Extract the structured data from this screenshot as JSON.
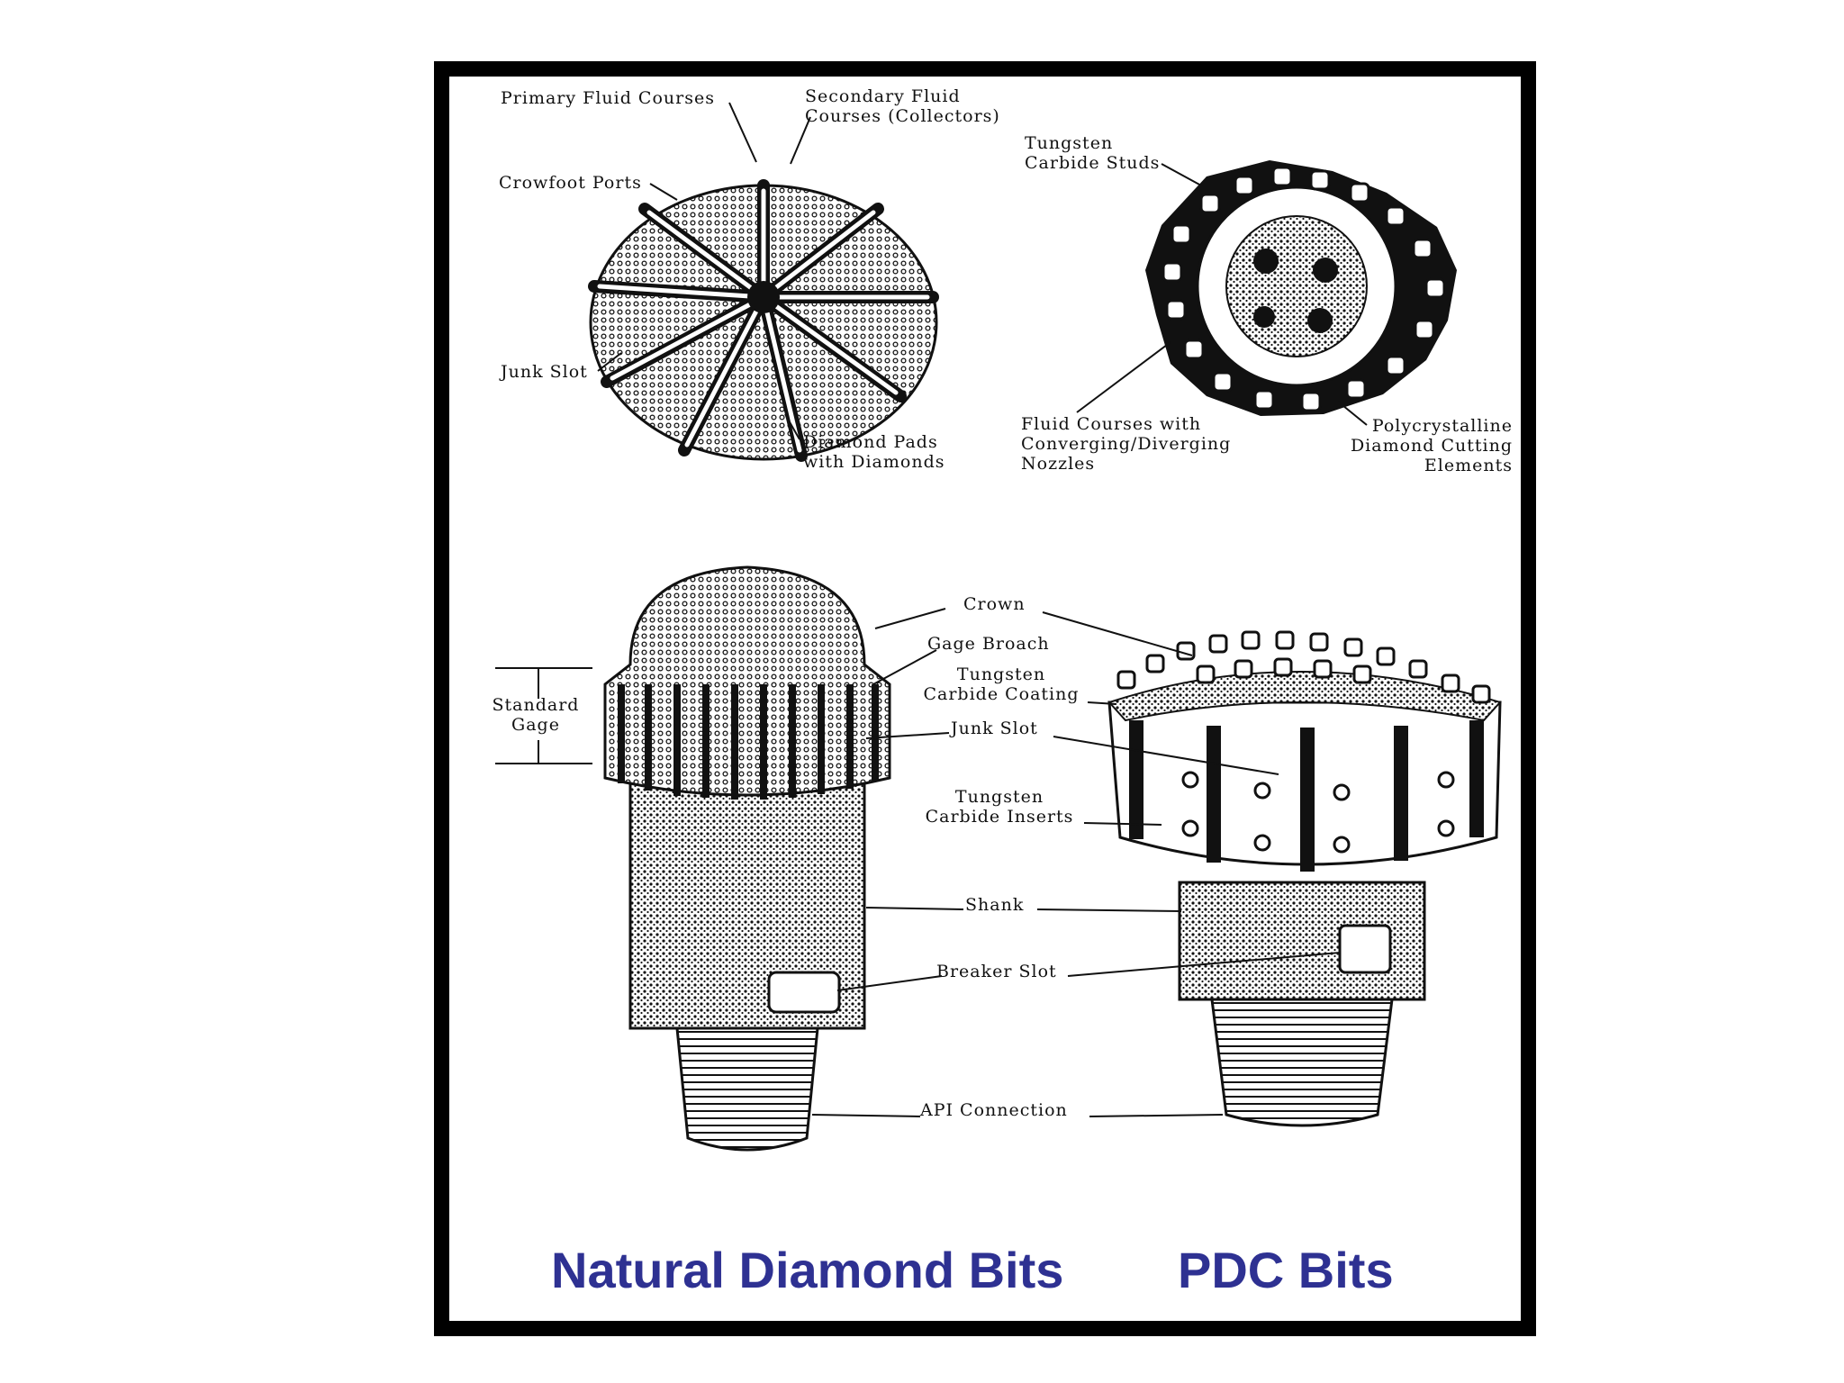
{
  "colors": {
    "caption": "#2e3192",
    "frame": "#000000",
    "ink": "#111111"
  },
  "natural_face": {
    "primary_fluid": "Primary Fluid Courses",
    "secondary_fluid": "Secondary Fluid\nCourses (Collectors)",
    "crowfoot": "Crowfoot Ports",
    "junk_slot": "Junk Slot",
    "diamond_pads": "Diamond Pads\nwith Diamonds"
  },
  "pdc_face": {
    "studs": "Tungsten\nCarbide Studs",
    "fluid_courses": "Fluid Courses with\nConverging/Diverging\nNozzles",
    "pdc_elements": "Polycrystalline\nDiamond Cutting\nElements"
  },
  "side": {
    "standard_gage": "Standard\nGage",
    "crown": "Crown",
    "gage_broach": "Gage Broach",
    "carbide_coating": "Tungsten\nCarbide Coating",
    "junk_slot": "Junk Slot",
    "carbide_inserts": "Tungsten\nCarbide Inserts",
    "shank": "Shank",
    "breaker_slot": "Breaker Slot",
    "api_connection": "API Connection"
  },
  "captions": {
    "natural": "Natural Diamond Bits",
    "pdc": "PDC Bits"
  }
}
